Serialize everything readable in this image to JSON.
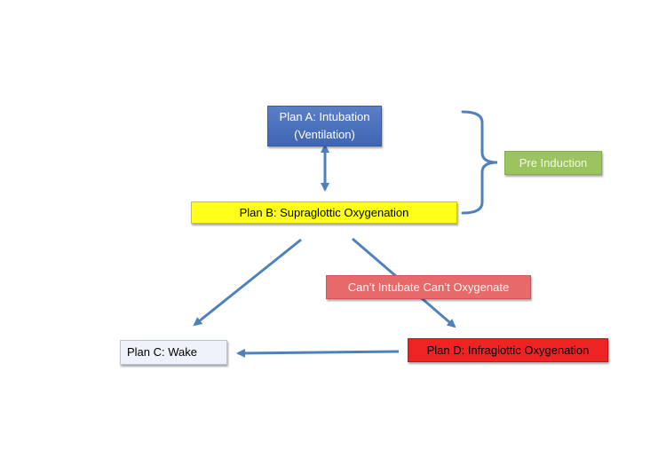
{
  "nodes": {
    "plan_a": {
      "line1": "Plan A: Intubation",
      "line2": "(Ventilation)"
    },
    "plan_b": {
      "label": "Plan B: Supraglottic Oxygenation"
    },
    "pre_induction": {
      "label": "Pre Induction"
    },
    "cico": {
      "label": "Can’t Intubate Can’t Oxygenate"
    },
    "plan_c": {
      "label": "Plan C: Wake"
    },
    "plan_d": {
      "label": "Plan D: Infraglottic Oxygenation"
    }
  },
  "colors": {
    "arrow": "#4f81bd",
    "plan_a": "#4a70b8",
    "plan_b": "#ffff1a",
    "pre_induction": "#9bc45f",
    "cico": "#e66a6a",
    "plan_c": "#eef2fb",
    "plan_d": "#ee2424"
  },
  "edges": [
    {
      "from": "plan_a",
      "to": "plan_b",
      "direction": "both"
    },
    {
      "from": "plan_b",
      "to": "plan_c",
      "direction": "forward"
    },
    {
      "from": "plan_b",
      "to": "plan_d",
      "direction": "forward"
    },
    {
      "from": "plan_d",
      "to": "plan_c",
      "direction": "forward"
    }
  ]
}
